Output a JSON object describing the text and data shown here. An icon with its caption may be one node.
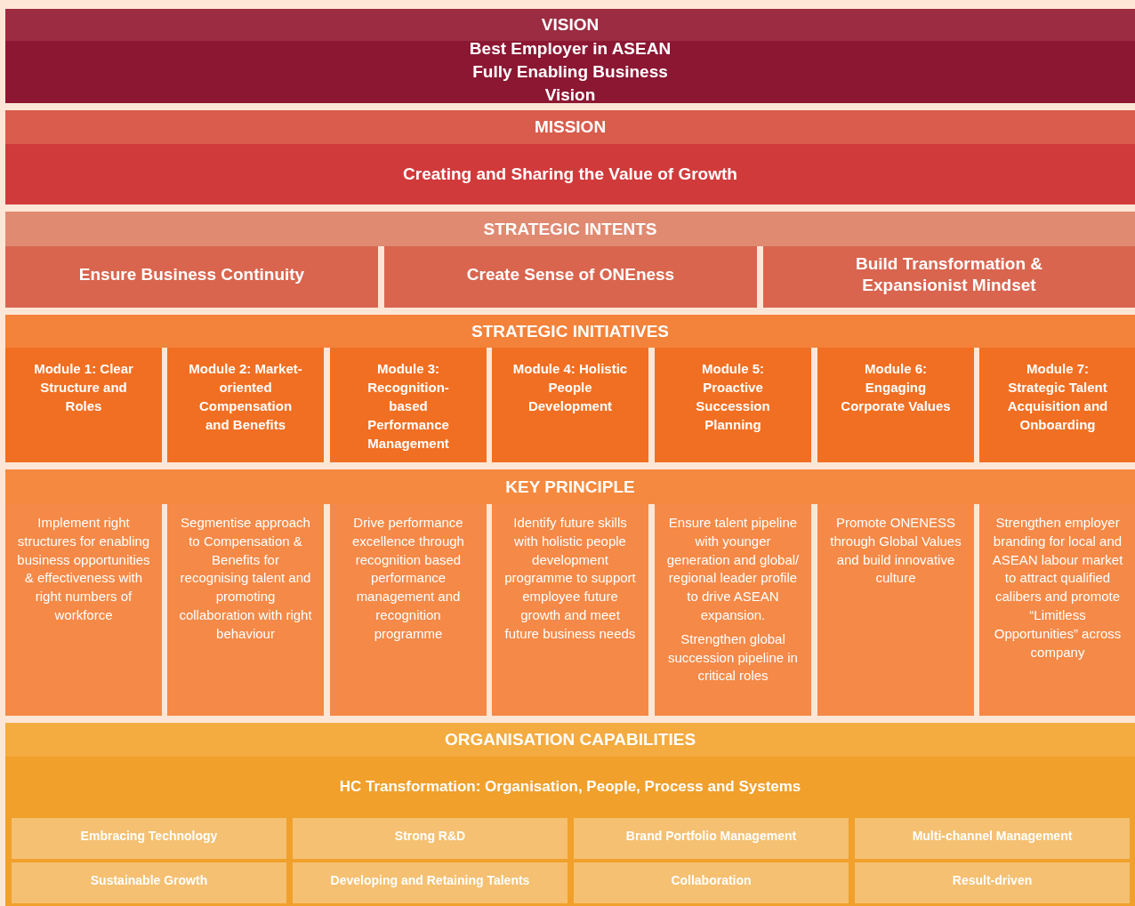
{
  "diagram": {
    "nodes": [
      {
        "text": [
          "VISION",
          "Best Employer in ASEAN Fully Enabling Business Vision"
        ]
      },
      {
        "text": [
          "MISSION",
          "Creating and Sharing the Value of Growth"
        ]
      },
      {
        "text": [
          "STRATEGIC INTENTS"
        ]
      },
      {
        "text": [
          "Ensure Business Continuity"
        ],
        "in": 2
      },
      {
        "text": [
          "Create Sense of ONEness"
        ],
        "in": 2
      },
      {
        "text": [
          "Build Transformation & Expansionist Mindset"
        ],
        "in": 2
      },
      {
        "text": [
          "STRATEGIC INITIATIVES"
        ]
      },
      {
        "text": [
          "Module 1: Clear Structure and Roles"
        ],
        "in": 6
      },
      {
        "text": [
          "Module 2: Market-oriented Compensation and Benefits"
        ],
        "in": 6
      },
      {
        "text": [
          "Module 3: Recognition-based Performance Management"
        ],
        "in": 6
      },
      {
        "text": [
          "Module 4: Holistic People Development"
        ],
        "in": 6
      },
      {
        "text": [
          "Module 5: Proactive Succession Planning"
        ],
        "in": 6
      },
      {
        "text": [
          "Module 6: Engaging Corporate Values"
        ],
        "in": 6
      },
      {
        "text": [
          "Module 7: Strategic Talent Acquisition and Onboarding"
        ],
        "in": 6
      },
      {
        "text": [
          "KEY PRINCIPLE"
        ]
      },
      {
        "text": [
          "Implement right structures for enabling business opportunities & effectiveness with right numbers of workforce"
        ],
        "in": 14
      },
      {
        "text": [
          "Segmentise approach to Compensation & Benefits for recognising talent and promoting collaboration with right behaviour"
        ],
        "in": 14
      },
      {
        "text": [
          "Drive performance excellence through recognition based performance management and recognition programme"
        ],
        "in": 14
      },
      {
        "text": [
          "Identify future skills with holistic people development programme to support employee future growth and meet future business needs"
        ],
        "in": 14
      },
      {
        "text": [
          "Ensure talent pipeline with younger generation and global/ regional leader profile to drive ASEAN expansion.",
          "Strengthen global succession pipeline in critical roles"
        ],
        "in": 14
      },
      {
        "text": [
          "Promote ONENESS through Global Values and build innovative culture"
        ],
        "in": 14
      },
      {
        "text": [
          "Strengthen employer branding for local and ASEAN labour market to attract qualified calibers and promote “Limitless Opportunities” across company"
        ],
        "in": 14
      },
      {
        "text": [
          "ORGANISATION CAPABILITIES",
          "HC Transformation: Organisation, People, Process and Systems"
        ]
      },
      {
        "text": [
          "Embracing Technology"
        ],
        "in": 22
      },
      {
        "text": [
          "Strong R&D"
        ],
        "in": 22
      },
      {
        "text": [
          "Brand Portfolio Management"
        ],
        "in": 22
      },
      {
        "text": [
          "Multi-channel Management"
        ],
        "in": 22
      },
      {
        "text": [
          "Sustainable Growth"
        ],
        "in": 22
      },
      {
        "text": [
          "Developing and Retaining Talents"
        ],
        "in": 22
      },
      {
        "text": [
          "Collaboration"
        ],
        "in": 22
      },
      {
        "text": [
          "Result-driven"
        ],
        "in": 22
      }
    ]
  }
}
